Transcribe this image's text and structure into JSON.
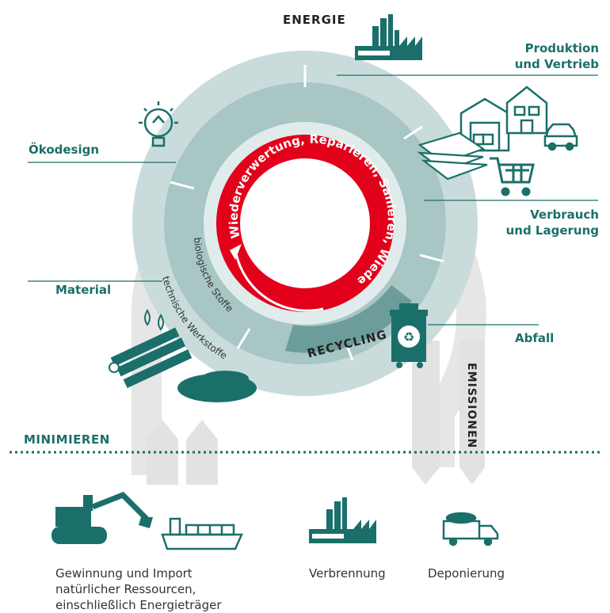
{
  "labels": {
    "energie": "ENERGIE",
    "produktion_line1": "Produktion",
    "produktion_line2": "und Vertrieb",
    "verbrauch_line1": "Verbrauch",
    "verbrauch_line2": "und Lagerung",
    "oekodesign": "Ökodesign",
    "material": "Material",
    "abfall": "Abfall",
    "recycling": "RECYCLING",
    "emissionen": "EMISSIONEN",
    "minimieren": "MINIMIEREN",
    "inner_ring": "Wiederverwertung, Reparieren, Sanieren, Wiederaufarbeiten",
    "biologische": "biologische Stoffe",
    "technische": "technische Werkstoffe"
  },
  "captions": {
    "gewinnung_line1": "Gewinnung und Import",
    "gewinnung_line2": "natürlicher Ressourcen,",
    "gewinnung_line3": "einschließlich Energieträger",
    "verbrennung": "Verbrennung",
    "deponierung": "Deponierung"
  },
  "colors": {
    "teal_dark": "#1b6f6a",
    "teal_mid": "#8fb5b3",
    "teal_light": "#c7dbda",
    "grey_arrow": "#e4e4e4",
    "red": "#e3001b"
  },
  "icons": [
    "factory-icon",
    "lightbulb-recycle-icon",
    "warehouse-icon",
    "house-icon",
    "car-icon",
    "papers-icon",
    "shopping-cart-icon",
    "recycling-bin-icon",
    "water-drops-icon",
    "logs-icon",
    "gravel-icon",
    "excavator-icon",
    "ship-icon",
    "incinerator-icon",
    "dump-truck-icon"
  ]
}
